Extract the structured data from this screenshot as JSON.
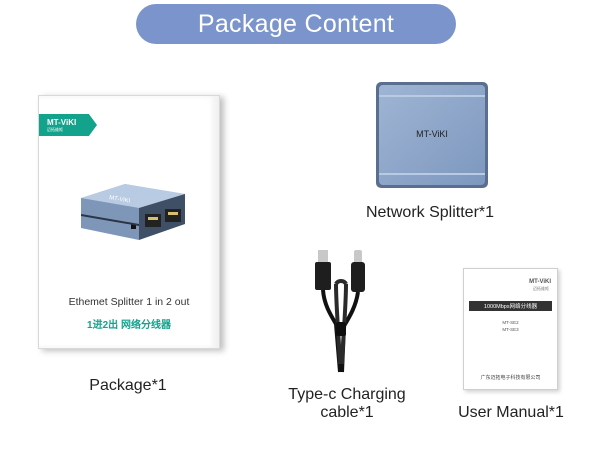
{
  "header": {
    "title": "Package Content"
  },
  "package": {
    "brand": "MT-ViKI",
    "brand_sub": "迈拓维矩",
    "device_brand": "MT-ViKI",
    "title": "Ethemet Splitter 1 in 2 out",
    "subtitle": "1进2出 网络分线器",
    "caption": "Package*1"
  },
  "splitter": {
    "brand": "MT-ViKI",
    "caption": "Network Splitter*1"
  },
  "cable": {
    "caption_line1": "Type-c Charging",
    "caption_line2": "cable*1"
  },
  "manual": {
    "brand": "MT-ViKI",
    "brand_sub": "迈拓维矩",
    "bar_text": "1000Mbps网络分线器",
    "model1": "MT-SE2",
    "model2": "MT-SE3",
    "company": "广东迈拓电子科技有限公司",
    "caption": "User Manual*1"
  },
  "colors": {
    "header_bg": "#7b95cc",
    "brand_green": "#13a28c",
    "device_blue": "#8ea7c8"
  }
}
